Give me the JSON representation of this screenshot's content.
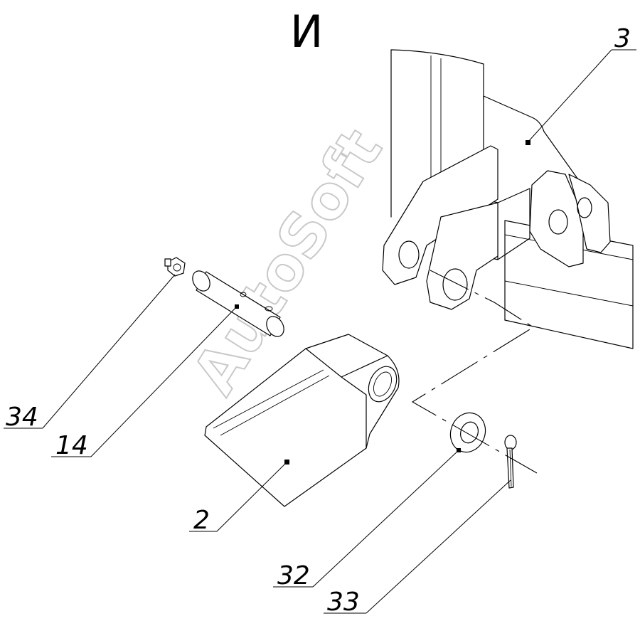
{
  "view_title": "И",
  "watermark": "AutoSoft",
  "callouts": [
    {
      "label": "3",
      "part": "frame-bracket"
    },
    {
      "label": "34",
      "part": "grease-fitting"
    },
    {
      "label": "14",
      "part": "pin"
    },
    {
      "label": "2",
      "part": "arm"
    },
    {
      "label": "32",
      "part": "washer"
    },
    {
      "label": "33",
      "part": "cotter-pin"
    }
  ]
}
